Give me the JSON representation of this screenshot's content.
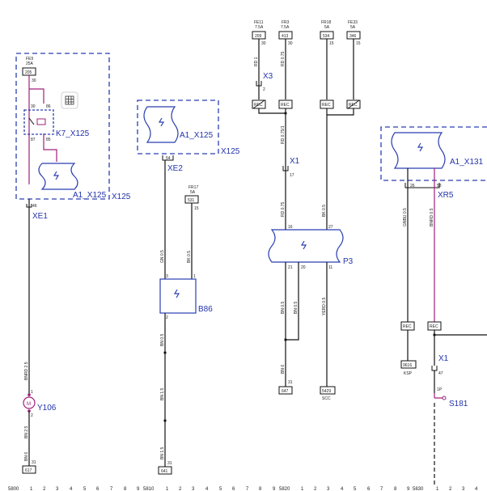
{
  "fuses": {
    "fe9": {
      "name": "FE9",
      "rating": "25A",
      "num": "205",
      "pin": "30"
    },
    "fe11": {
      "name": "FE11",
      "rating": "7.5A",
      "num": "209",
      "pin": "30"
    },
    "fr3": {
      "name": "FR3",
      "rating": "7.5A",
      "num": "413",
      "pin": "30"
    },
    "fr18": {
      "name": "FR18",
      "rating": "5A",
      "num": "534",
      "pin": "15"
    },
    "fe33": {
      "name": "FE33",
      "rating": "5A",
      "num": "346",
      "pin": "15"
    },
    "fr17": {
      "name": "FR17",
      "rating": "5A",
      "num": "531",
      "pin": "15"
    }
  },
  "components": {
    "k7": "K7_X125",
    "a1_x125_left": "A1_X125",
    "x125_left": "X125",
    "a1_x125_mid": "A1_X125",
    "x125_mid": "X125",
    "xe1": "XE1",
    "xe2": "XE2",
    "x3": "X3",
    "x1_mid": "X1",
    "x1_right": "X1",
    "p3": "P3",
    "b86": "B86",
    "y106": "Y106",
    "a1_x131": "A1_X131",
    "xr5": "XR5",
    "s181": "S181",
    "motor_symbol": "M"
  },
  "pins": {
    "k7_30": "30",
    "k7_86": "86",
    "k7_87": "87",
    "k7_85": "85",
    "xe1": "46",
    "xe2": "54",
    "x3": "2",
    "x1_mid": "17",
    "p3_16": "16",
    "p3_27": "27",
    "p3_21": "21",
    "p3_20": "20",
    "p3_11": "11",
    "b86_3": "3",
    "b86_1": "1",
    "b86_2": "2",
    "y106_1": "1",
    "y106_2": "2",
    "xr5_26": "26",
    "xr5_58": "58",
    "x1_right": "47",
    "s181": "1P"
  },
  "connectors": {
    "rec": "REC"
  },
  "wires": {
    "rd1": "RD 1",
    "rd075_top": "RD 0.75",
    "rd075_1": "RD 0.75/1",
    "rd075": "RD 0.75",
    "bk05_mid": "BK 0.5",
    "bn05_a": "BN 0.5",
    "bn05_b": "BN 0.5",
    "yerd": "YERD 0.5",
    "bn6_mid": "BN 6",
    "gn05": "GN 0.5",
    "bk05_b86": "BK 0.5",
    "bn05_c": "BN 0.5",
    "bn15_a": "BN 1.5",
    "bn15_b": "BN 1.5",
    "bnrd25": "BNRD 2.5",
    "bn25": "BN 2.5",
    "bn6_left": "BN 6",
    "gnbu": "GNBU 0.5",
    "bnrd05": "BNRD 0.5"
  },
  "grounds": {
    "g617": {
      "num": "617",
      "pin": "31"
    },
    "g641": {
      "num": "641",
      "pin": "31"
    },
    "g647": {
      "num": "647",
      "pin": "31"
    },
    "g5429": {
      "num": "5429",
      "label": "SCC"
    },
    "g9616": {
      "num": "9616",
      "label": "KSP"
    }
  },
  "ruler": {
    "s5800": "5800",
    "s5810": "5810",
    "s5820": "5820",
    "s5830": "5830",
    "digits": [
      "1",
      "2",
      "3",
      "4",
      "5",
      "6",
      "7",
      "8",
      "9"
    ]
  },
  "colors": {
    "wire": "#111111",
    "magenta_wire": "#a0207a",
    "component_blue": "#2a3fb0",
    "label_blue": "#2233aa"
  }
}
